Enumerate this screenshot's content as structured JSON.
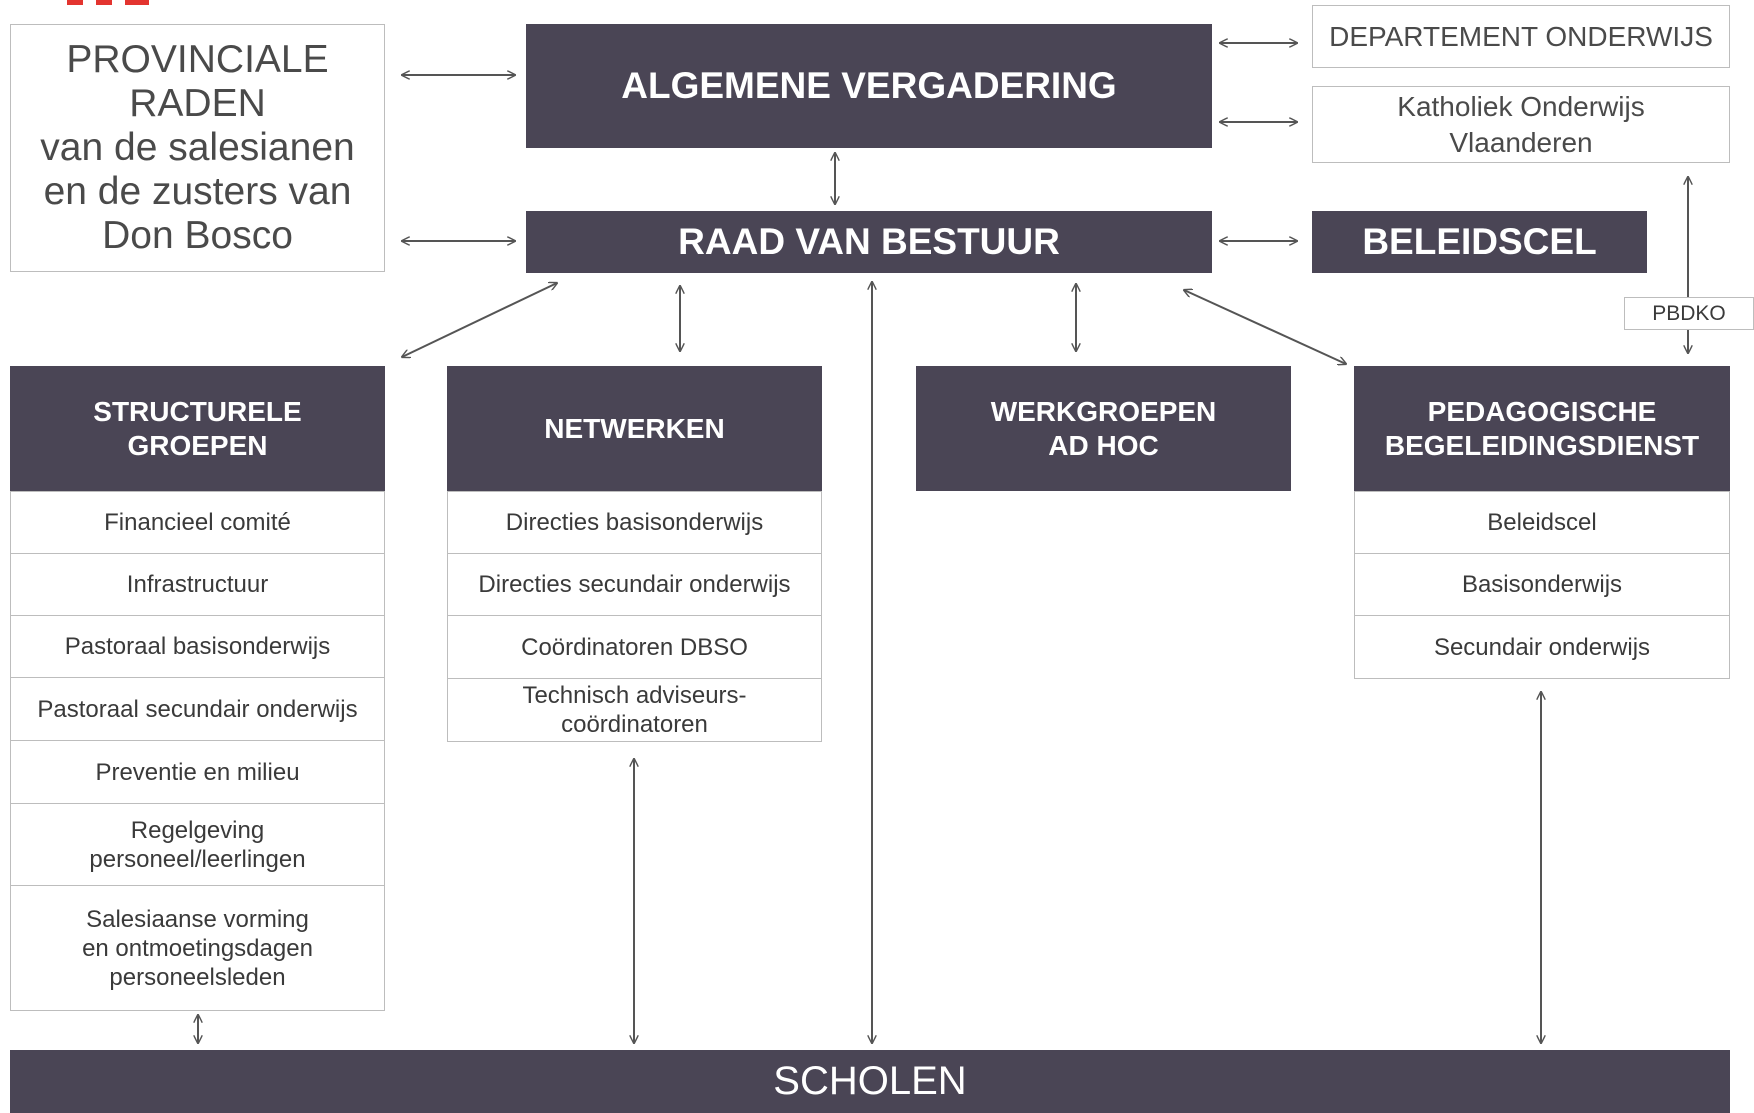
{
  "top": {
    "provincial_councils": "PROVINCIALE\nRADEN\nvan de salesianen\nen de zusters van\nDon Bosco",
    "general_assembly": "ALGEMENE VERGADERING",
    "board": "RAAD VAN BESTUUR",
    "policy_cell": "BELEIDSCEL",
    "department": "DEPARTEMENT ONDERWIJS",
    "catholic_education": "Katholiek Onderwijs\nVlaanderen",
    "pbdko": "PBDKO"
  },
  "groups": [
    {
      "title": "STRUCTURELE\nGROEPEN",
      "items": [
        "Financieel comité",
        "Infrastructuur",
        "Pastoraal basisonderwijs",
        "Pastoraal secundair onderwijs",
        "Preventie en milieu",
        "Regelgeving\npersoneel/leerlingen",
        "Salesiaanse vorming\nen ontmoetingsdagen\npersoneelsleden"
      ]
    },
    {
      "title": "NETWERKEN",
      "items": [
        "Directies basisonderwijs",
        "Directies secundair onderwijs",
        "Coördinatoren DBSO",
        "Technisch adviseurs-\ncoördinatoren"
      ]
    },
    {
      "title": "WERKGROEPEN\nAD HOC",
      "items": []
    },
    {
      "title": "PEDAGOGISCHE\nBEGELEIDINGSDIENST",
      "items": [
        "Beleidscel",
        "Basisonderwijs",
        "Secundair onderwijs"
      ]
    }
  ],
  "schools": "SCHOLEN",
  "colors": {
    "dark_box": "#4a4555",
    "border": "#bdbdbd",
    "arrow": "#555555",
    "logo": "#e3342f"
  }
}
